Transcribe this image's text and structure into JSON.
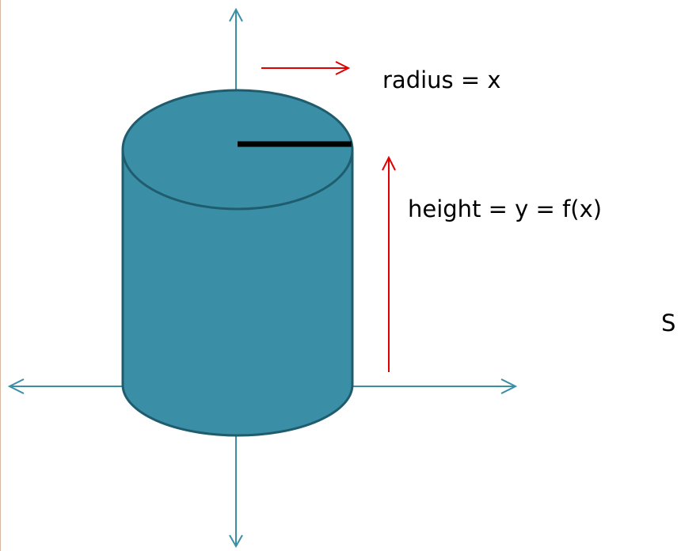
{
  "labels": {
    "radius": "radius = x",
    "height": "height = y = f(x)",
    "partial": "S"
  },
  "colors": {
    "axis": "#3a8fa6",
    "cylinder_fill": "#3a8fa6",
    "cylinder_stroke": "#1f5c6e",
    "arrow": "#e00000",
    "radius_line": "#000000"
  }
}
